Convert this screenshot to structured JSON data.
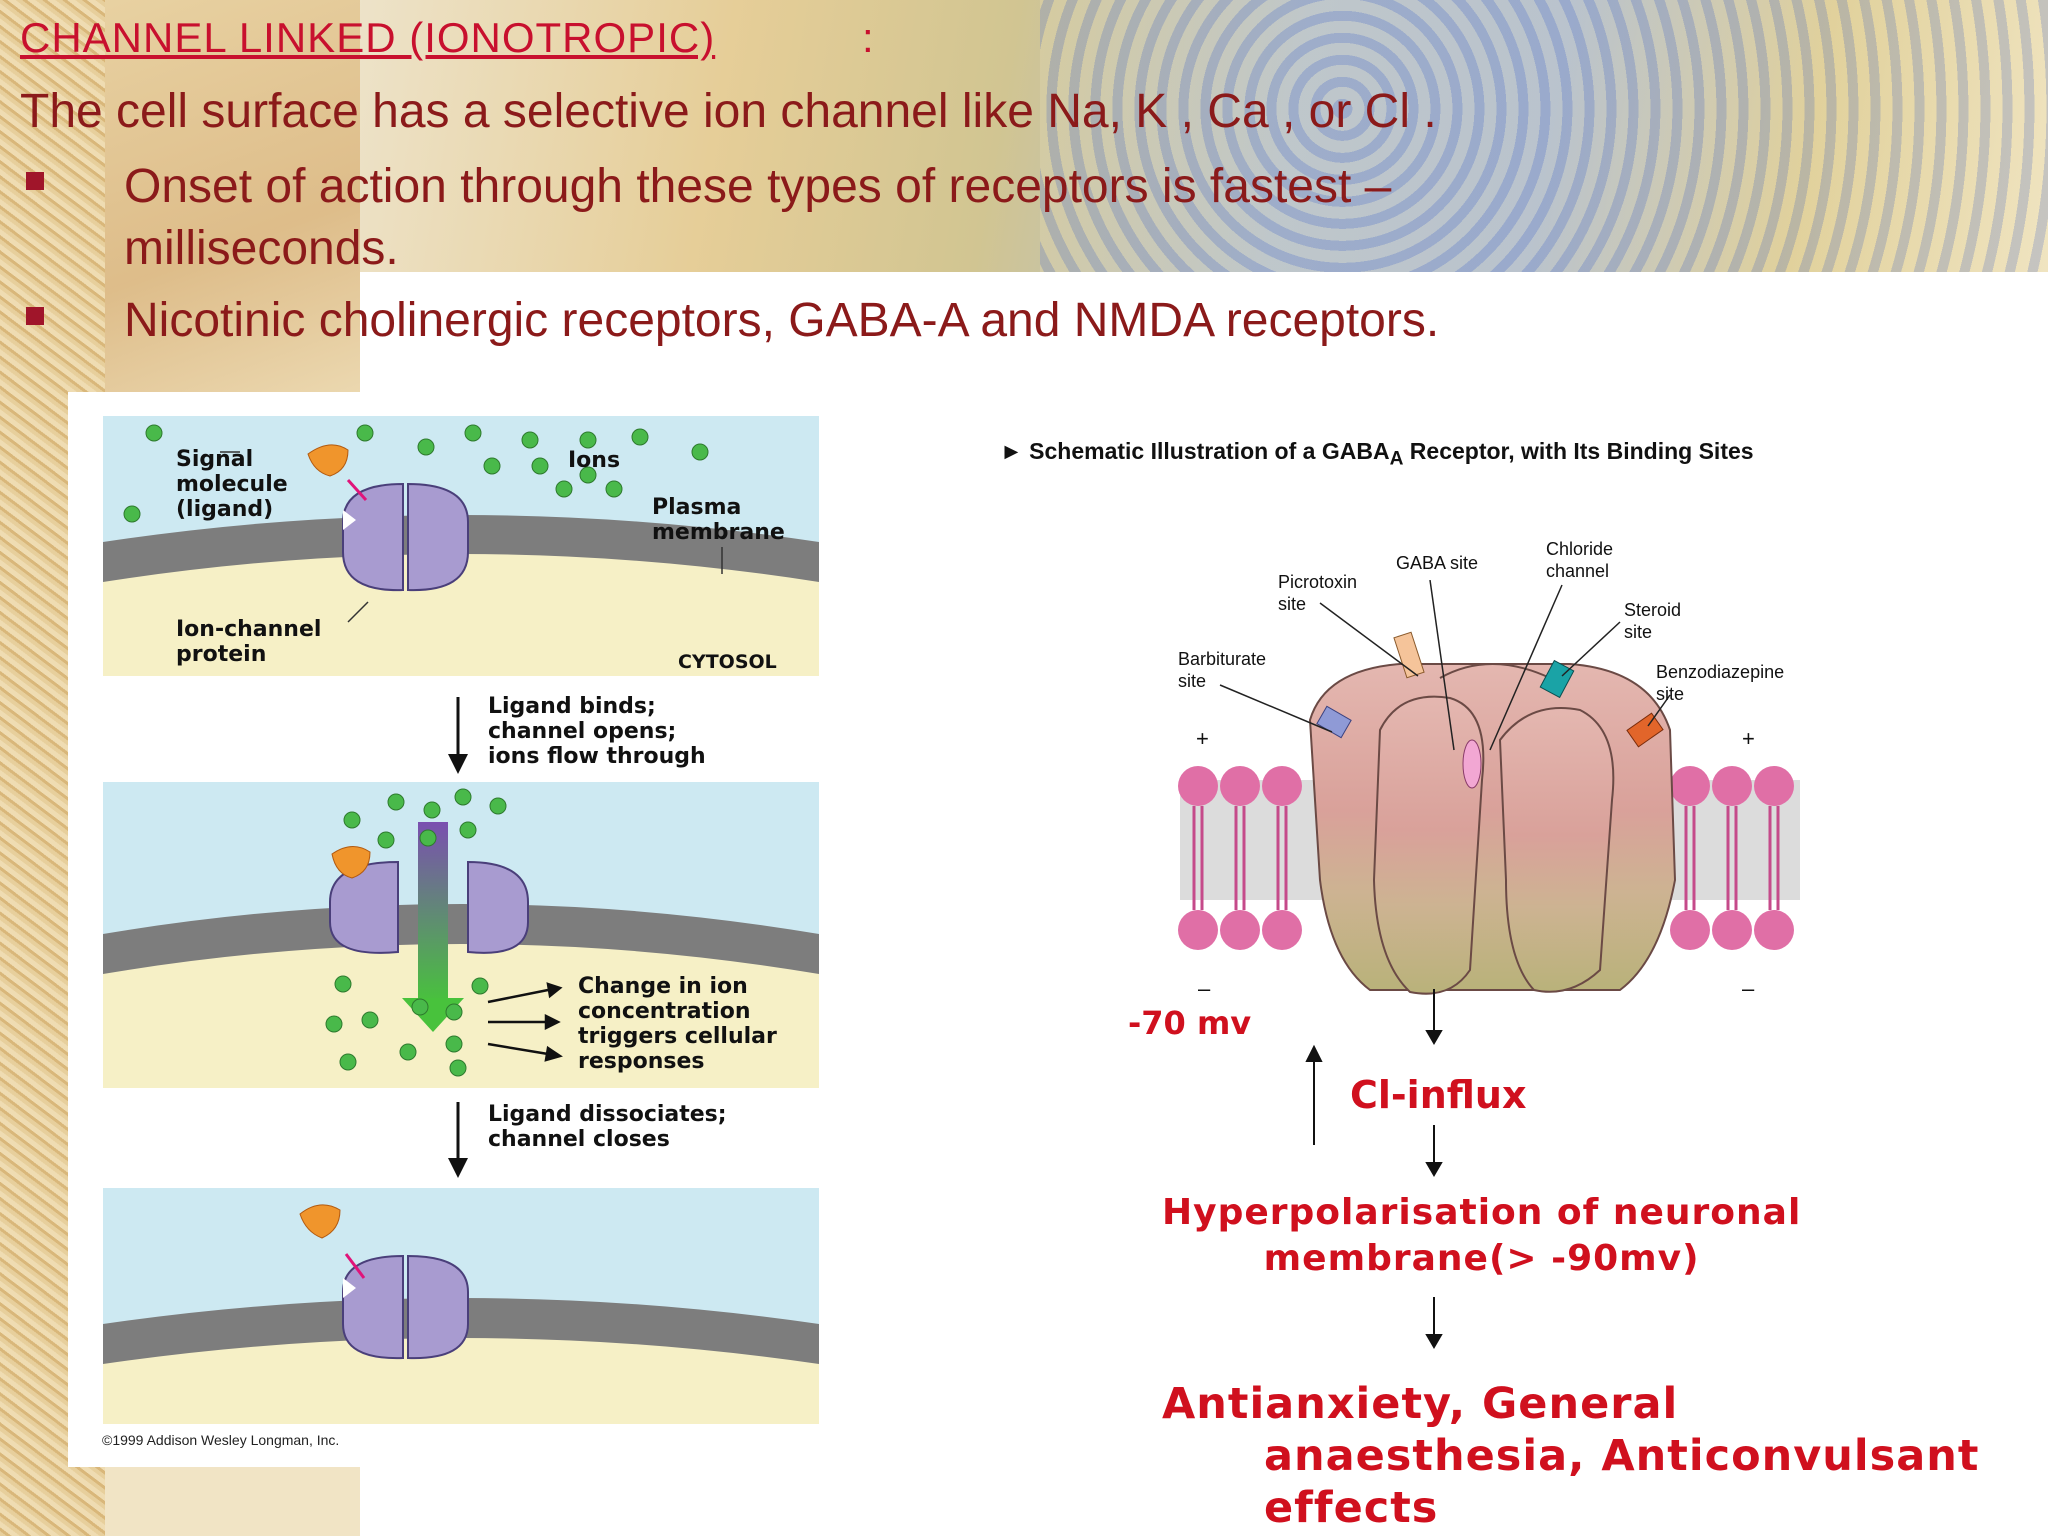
{
  "header": {
    "title": "CHANNEL LINKED (IONOTROPIC) ",
    "title_colon": ":",
    "intro": "The cell surface has a selective ion channel like Na, K , Ca , or Cl ."
  },
  "bullets": [
    {
      "line1": "Onset of action through these types of receptors is fastest –",
      "line2": "milliseconds."
    },
    {
      "line1": "Nicotinic cholinergic receptors, GABA-A and NMDA receptors."
    }
  ],
  "left_diagram": {
    "signal_molecule": [
      "Signal",
      "molecule",
      "(ligand)"
    ],
    "ions": "Ions",
    "plasma_membrane": [
      "Plasma",
      "membrane"
    ],
    "ion_channel_protein": [
      "Ion-channel",
      "protein"
    ],
    "cytosol": "CYTOSOL",
    "step1": [
      "Ligand binds;",
      "channel opens;",
      "ions flow through"
    ],
    "change_label": [
      "Change in ion",
      "concentration",
      "triggers cellular",
      "responses"
    ],
    "step2": [
      "Ligand dissociates;",
      "channel closes"
    ],
    "copyright": "©1999 Addison Wesley Longman, Inc."
  },
  "right_diagram": {
    "title_prefix": "► Schematic Illustration of a GABA",
    "title_sub": "A",
    "title_suffix": " Receptor, with Its Binding Sites",
    "labels": {
      "gaba_site": "GABA site",
      "chloride_channel": [
        "Chloride",
        "channel"
      ],
      "picrotoxin_site": [
        "Picrotoxin",
        "site"
      ],
      "steroid_site": [
        "Steroid",
        "site"
      ],
      "barbiturate_site": [
        "Barbiturate",
        "site"
      ],
      "benzodiazepine_site": [
        "Benzodiazepine",
        "site"
      ],
      "plus": "+",
      "minus": "–"
    },
    "resting_potential": "-70 mv",
    "cl_influx": "Cl-influx",
    "hyperpolarisation": [
      "Hyperpolarisation of neuronal",
      "membrane(> -90mv)"
    ],
    "effects": [
      "Antianxiety, General",
      "anaesthesia, Anticonvulsant",
      "effects"
    ]
  },
  "colors": {
    "title_red": "#c8102e",
    "body_text": "#8b1a1a",
    "bullet": "#a0152a",
    "flow_red": "#d0101e",
    "receptor_purple": "#a89bd0",
    "membrane_pink": "#e06fa6"
  }
}
